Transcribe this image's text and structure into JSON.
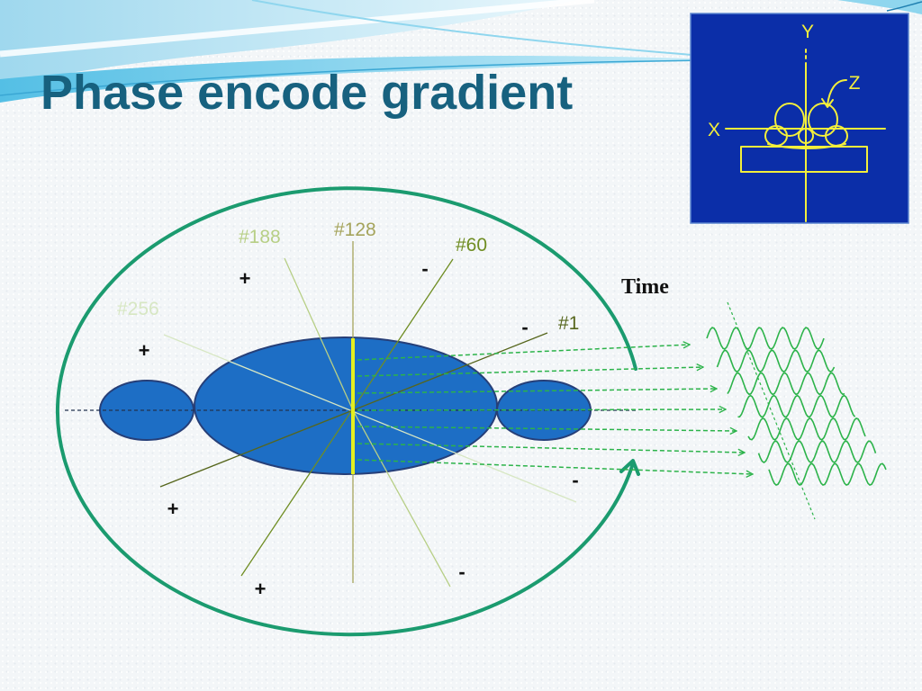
{
  "slide": {
    "title": "Phase encode gradient",
    "colors": {
      "title": "#17617f",
      "ellipse_outline": "#1b9b6f",
      "body_fill": "#1d6ec5",
      "body_stroke": "#263f78",
      "selected_line": "#e4ef1f",
      "signal": "#2cb34a",
      "inset_background": "#0b2ea8",
      "inset_drawing": "#f3ef3b"
    }
  },
  "inset": {
    "axis_y": "Y",
    "axis_z": "Z",
    "axis_x": "X"
  },
  "diagram": {
    "phase_lines": [
      {
        "label": "#188",
        "color": "#b7cf86"
      },
      {
        "label": "#128",
        "color": "#a5a45c"
      },
      {
        "label": "#60",
        "color": "#6f8d22"
      },
      {
        "label": "#256",
        "color": "#d7e7c3"
      },
      {
        "label": "#1",
        "color": "#56661c"
      }
    ],
    "signs": [
      "+",
      "-",
      "-",
      "+",
      "+",
      "+",
      "-",
      "-"
    ],
    "time_label": "Time"
  }
}
